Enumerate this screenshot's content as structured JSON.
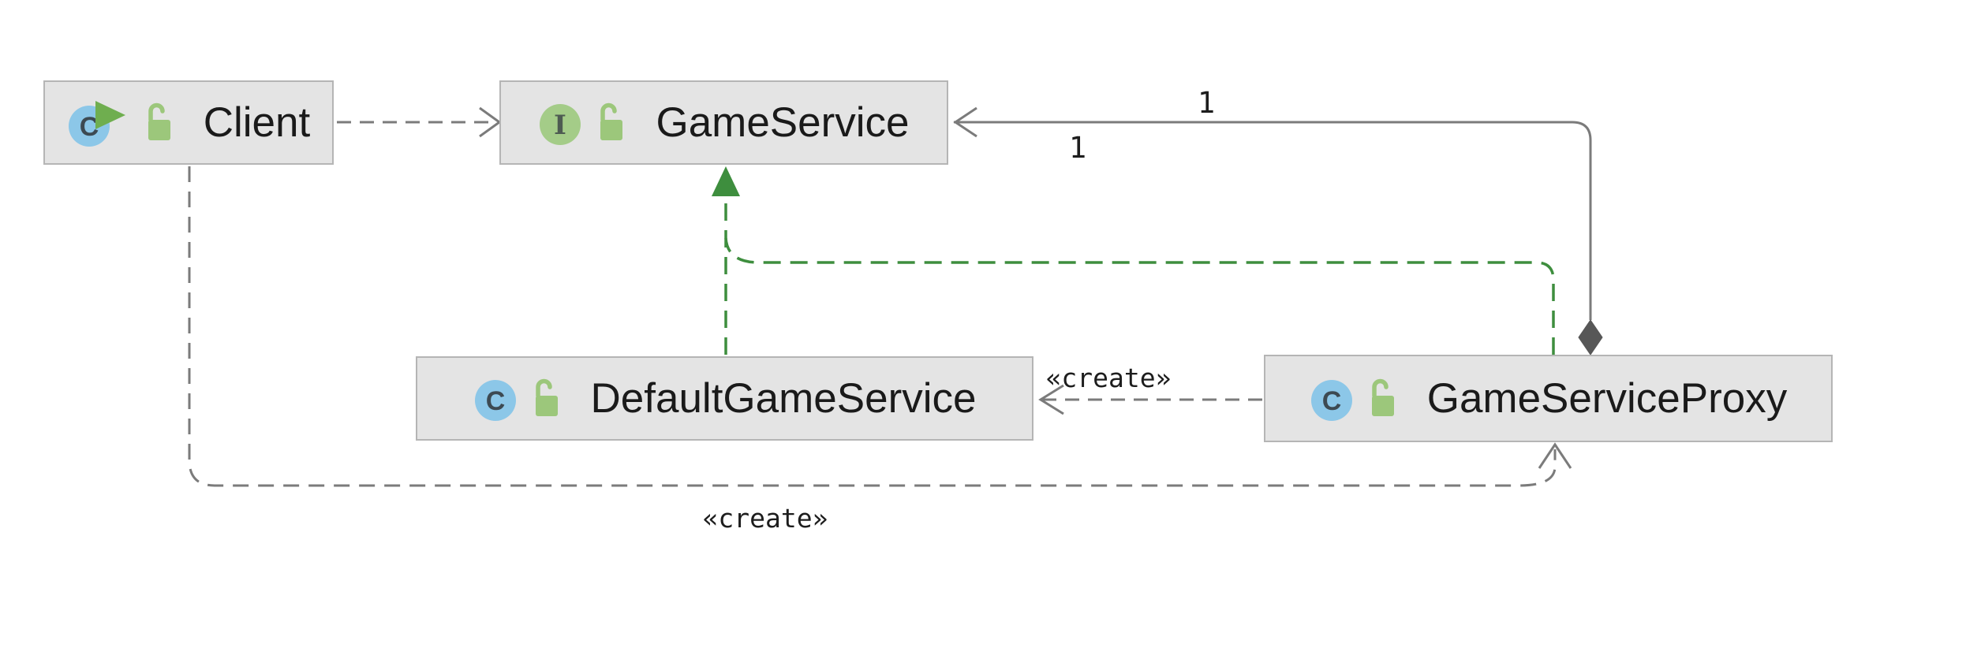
{
  "diagram": {
    "nodes": [
      {
        "id": "client",
        "label": "Client",
        "kind": "class",
        "badges": [
          "runnable",
          "public-open-lock"
        ]
      },
      {
        "id": "game-service",
        "label": "GameService",
        "kind": "interface",
        "badges": [
          "public-open-lock"
        ]
      },
      {
        "id": "default-game-service",
        "label": "DefaultGameService",
        "kind": "class",
        "badges": [
          "public-open-lock"
        ]
      },
      {
        "id": "game-service-proxy",
        "label": "GameServiceProxy",
        "kind": "class",
        "badges": [
          "public-open-lock"
        ]
      }
    ],
    "edges": [
      {
        "from": "Client",
        "to": "GameService",
        "type": "dependency (dashed, open arrow)"
      },
      {
        "from": "GameServiceProxy",
        "to": "GameService",
        "type": "aggregation (solid, open arrow at GameService, filled diamond at GameServiceProxy)",
        "multiplicity_top": "1",
        "multiplicity_bottom": "1"
      },
      {
        "from": "DefaultGameService",
        "to": "GameService",
        "type": "realization (green dashed, filled triangle)"
      },
      {
        "from": "GameServiceProxy",
        "to": "GameService",
        "type": "realization (green dashed, merges into shared triangle)"
      },
      {
        "from": "GameServiceProxy",
        "to": "DefaultGameService",
        "type": "create dependency (dashed, open arrow)",
        "label": "«create»"
      },
      {
        "from": "Client",
        "to": "GameServiceProxy",
        "type": "create dependency (dashed, open arrow)",
        "label": "«create»"
      }
    ],
    "edge_labels": {
      "assoc_multiplicity_top": "1",
      "assoc_multiplicity_bottom": "1",
      "proxy_creates_default": "«create»",
      "client_creates_proxy": "«create»"
    },
    "icons": {
      "class_letter": "C",
      "interface_letter": "I"
    }
  },
  "colors": {
    "background": "#ffffff",
    "node_fill": "#e4e4e4",
    "node_border": "#b5b5b5",
    "node_text": "#1a1a1a",
    "edge_gray": "#7b7b7b",
    "edge_green": "#3e8e3e",
    "diamond_fill": "#575757",
    "class_icon_blue": "#8cc7e8",
    "class_icon_letter": "#3d4a52",
    "interface_icon_green": "#a4cc88",
    "run_badge_green": "#6fae4f",
    "lock_green": "#9cc77b"
  }
}
